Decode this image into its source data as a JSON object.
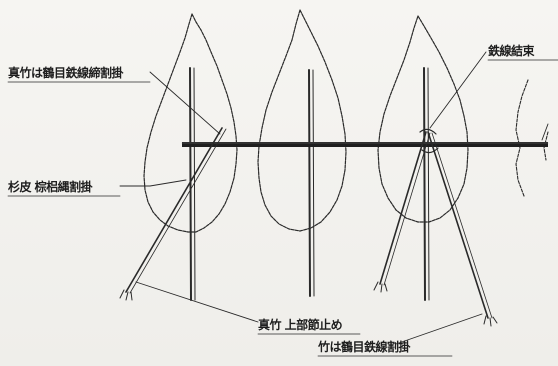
{
  "labels": {
    "top_left": "真竹は鶴目鉄線締割掛",
    "mid_left": "杉皮 棕梠縄割掛",
    "top_right": "鉄線結束",
    "bottom_1": "真竹 上部節止め",
    "bottom_2": "竹は鶴目鉄線割掛"
  }
}
